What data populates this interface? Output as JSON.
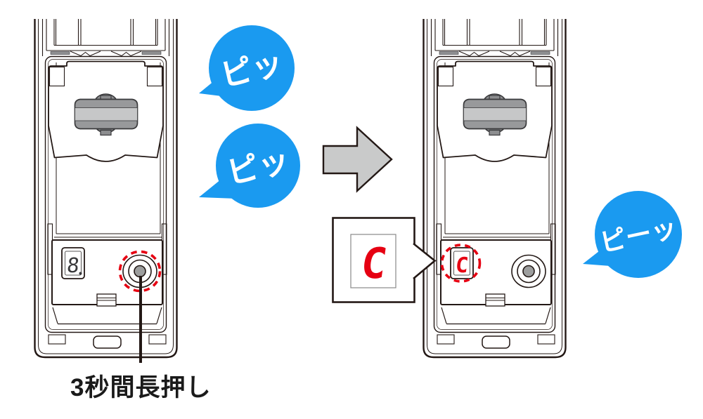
{
  "figure": {
    "type": "instruction-diagram",
    "caption": "3秒間長押し",
    "bubbles": {
      "beep1": "ピッ",
      "beep2": "ピッ",
      "beep_long": "ピーッ"
    },
    "devices": {
      "before": {
        "display_value": "8",
        "decimal_point": true
      },
      "after": {
        "display_value": "C"
      }
    },
    "callout": {
      "value": "C"
    },
    "colors": {
      "bubble_blue": "#1A9AF0",
      "highlight_red": "#E60012",
      "arrow_gray": "#C9CACA",
      "line_dark": "#231815"
    }
  }
}
